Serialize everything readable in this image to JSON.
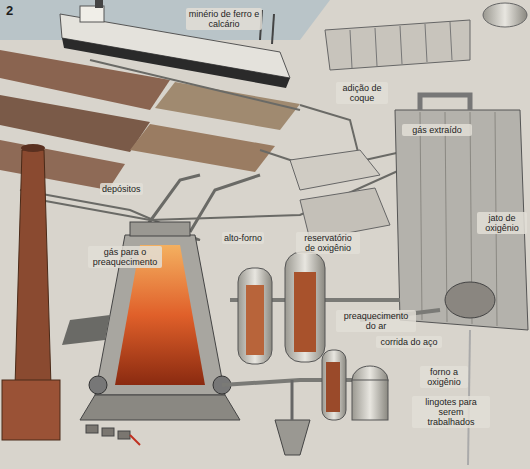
{
  "diagram": {
    "labels": [
      "2",
      "minério de ferro e calcário",
      "adição de coque",
      "gás extraído",
      "depósitos",
      "alto-forno",
      "gás para o preaquecimento",
      "reservatório de oxigênio",
      "jato de oxigênio",
      "preaquecimento do ar",
      "corrida do aço",
      "forno a oxigênio",
      "lingotes para serem trabalhados"
    ]
  }
}
